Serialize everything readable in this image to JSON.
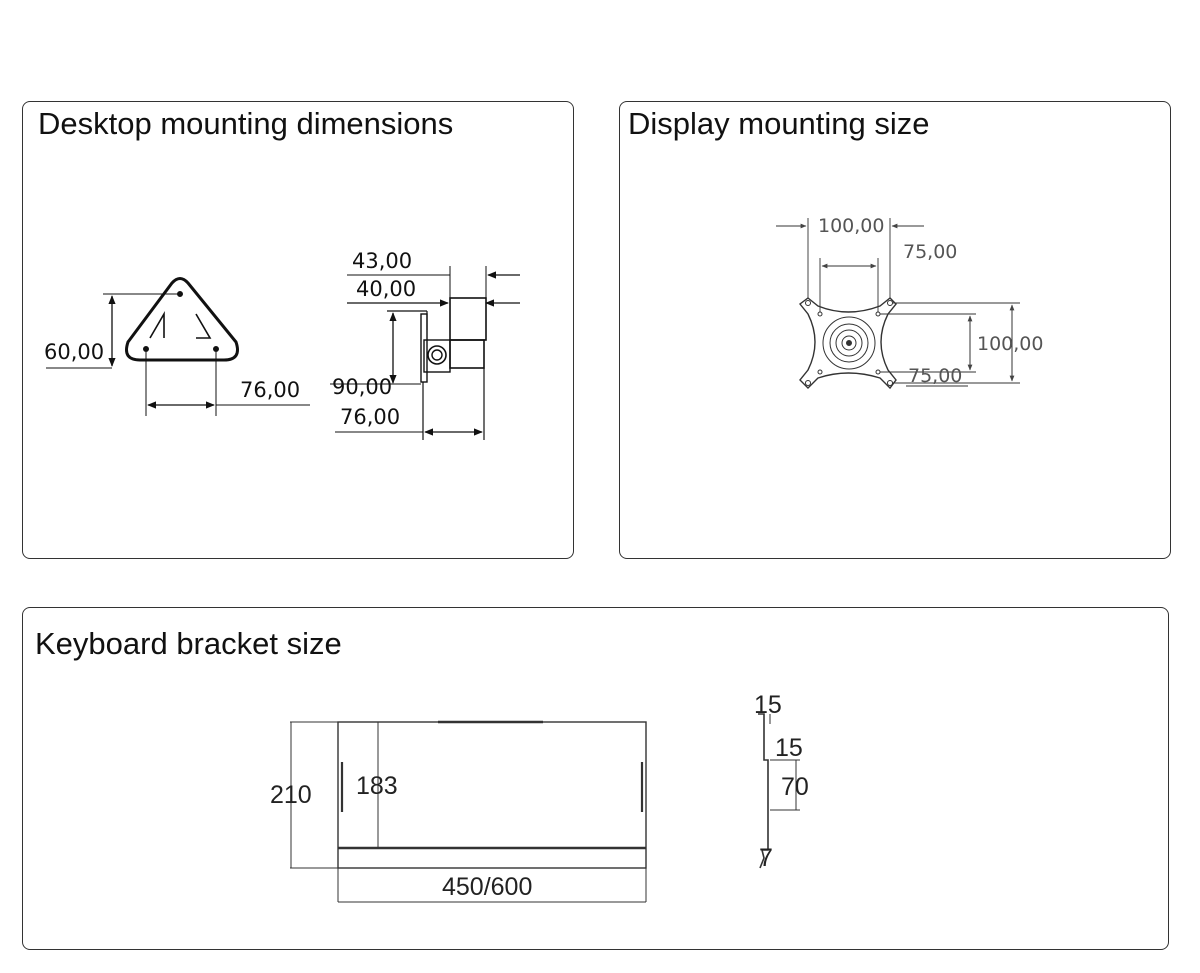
{
  "panels": {
    "desktop": {
      "title": "Desktop mounting dimensions",
      "dims": {
        "base_height": "60,00",
        "base_width": "76,00",
        "side_top_1": "43,00",
        "side_top_2": "40,00",
        "side_height": "90,00",
        "side_depth": "76,00"
      }
    },
    "display": {
      "title": "Display mounting size",
      "dims": {
        "outer_width": "100,00",
        "inner_width": "75,00",
        "outer_height": "100,00",
        "inner_height": "75,00"
      }
    },
    "keyboard": {
      "title": "Keyboard bracket size",
      "dims": {
        "depth_outer": "210",
        "depth_inner": "183",
        "width": "450/600",
        "profile_top": "15",
        "profile_step": "15",
        "profile_height": "70",
        "profile_bottom": "7"
      }
    }
  }
}
